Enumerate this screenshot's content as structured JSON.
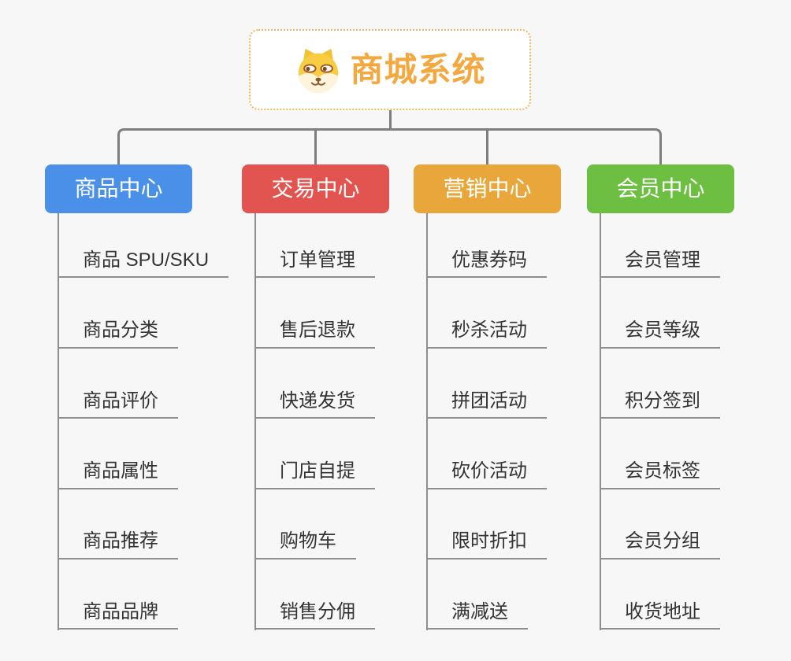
{
  "root": {
    "title": "商城系统",
    "icon": "shiba-dog-icon"
  },
  "branches": [
    {
      "label": "商品中心",
      "color": "#4a90e8",
      "items": [
        "商品 SPU/SKU",
        "商品分类",
        "商品评价",
        "商品属性",
        "商品推荐",
        "商品品牌"
      ]
    },
    {
      "label": "交易中心",
      "color": "#e2544f",
      "items": [
        "订单管理",
        "售后退款",
        "快递发货",
        "门店自提",
        "购物车",
        "销售分佣"
      ]
    },
    {
      "label": "营销中心",
      "color": "#e9a73b",
      "items": [
        "优惠券码",
        "秒杀活动",
        "拼团活动",
        "砍价活动",
        "限时折扣",
        "满减送"
      ]
    },
    {
      "label": "会员中心",
      "color": "#6cbf40",
      "items": [
        "会员管理",
        "会员等级",
        "积分签到",
        "会员标签",
        "会员分组",
        "收货地址"
      ]
    }
  ],
  "colors": {
    "background": "#f7f7f7",
    "connector": "#7e7e7e",
    "underline": "#8e8e8e",
    "root_accent": "#f3a93f",
    "root_border": "#f2b45c"
  }
}
